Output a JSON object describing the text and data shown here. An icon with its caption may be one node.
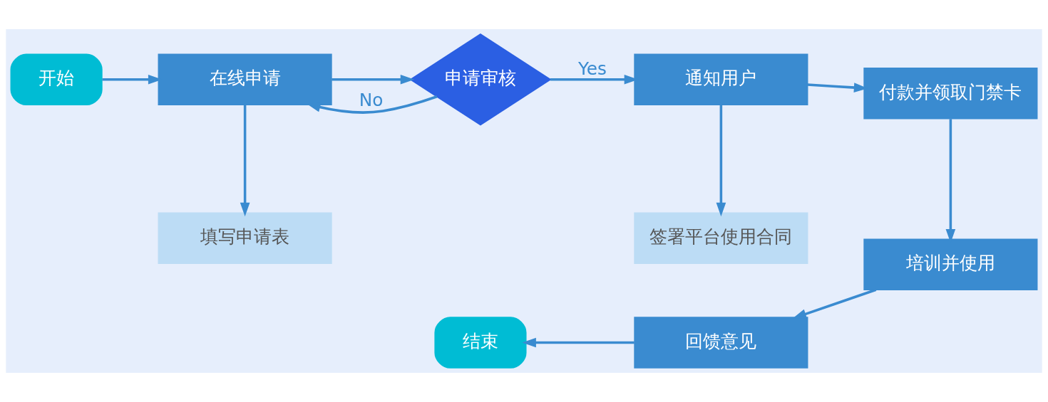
{
  "diagram": {
    "nodes": [
      {
        "text": [
          "开始"
        ]
      },
      {
        "text": [
          "填写申请表"
        ]
      },
      {
        "text": [
          "在线申请"
        ]
      },
      {
        "text": [
          "申请审核"
        ]
      },
      {
        "text": [
          "签署平台使用合同"
        ]
      },
      {
        "text": [
          "通知用户"
        ]
      },
      {
        "text": [
          "付款并领取门禁卡"
        ]
      },
      {
        "text": [
          "结束"
        ]
      },
      {
        "text": [
          "回馈意见"
        ]
      },
      {
        "text": [
          "培训并使用"
        ]
      }
    ],
    "edges": [
      {
        "from": 0,
        "to": 2,
        "arrow": "to"
      },
      {
        "from": 2,
        "to": 1,
        "arrow": "to"
      },
      {
        "from": 2,
        "to": 3,
        "arrow": "to"
      },
      {
        "from": 3,
        "to": 5,
        "arrow": "to",
        "label": "Yes"
      },
      {
        "from": 3,
        "to": 2,
        "arrow": "to",
        "label": "No"
      },
      {
        "from": 5,
        "to": 4,
        "arrow": "to"
      },
      {
        "from": 5,
        "to": 6,
        "arrow": "to"
      },
      {
        "from": 6,
        "to": 9,
        "arrow": "to"
      },
      {
        "from": 9,
        "to": 8,
        "arrow": "to"
      },
      {
        "from": 8,
        "to": 7,
        "arrow": "to"
      }
    ]
  }
}
